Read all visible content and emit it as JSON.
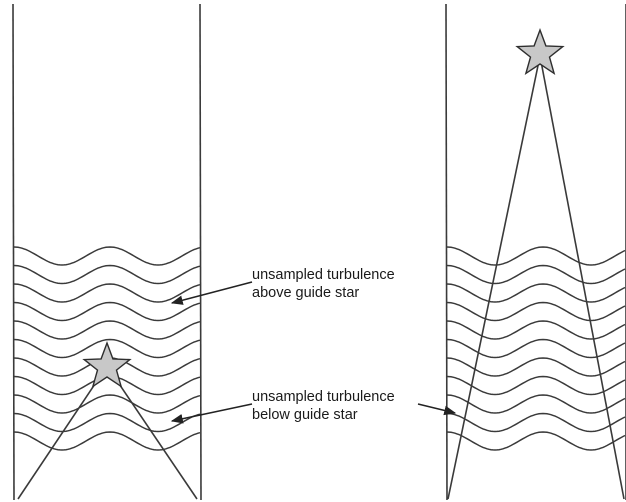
{
  "annotations": {
    "above": {
      "line1": "unsampled turbulence",
      "line2": "above guide star"
    },
    "below": {
      "line1": "unsampled turbulence",
      "line2": "below guide star"
    }
  },
  "colors": {
    "line": "#3a3a3a",
    "star_fill": "#c8c8c8",
    "star_stroke": "#2e2e2e",
    "arrow": "#222222"
  },
  "icons": {
    "guide_star": "star-icon"
  }
}
